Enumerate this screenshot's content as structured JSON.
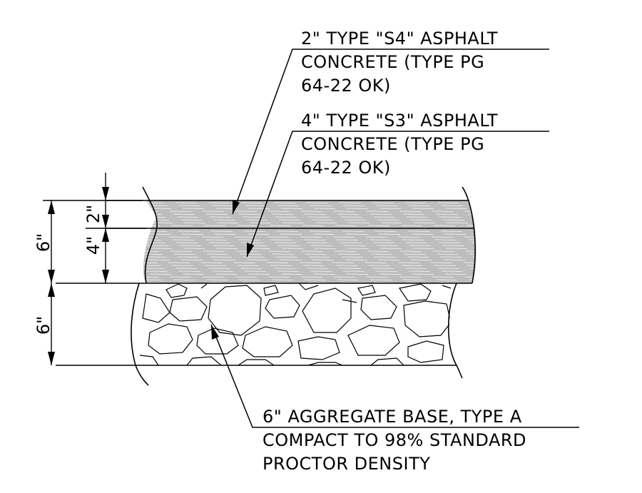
{
  "callouts": {
    "s4": {
      "line1": "2\" TYPE \"S4\" ASPHALT",
      "line2": "CONCRETE (TYPE PG",
      "line3": "64-22 OK)"
    },
    "s3": {
      "line1": "4\" TYPE \"S3\" ASPHALT",
      "line2": "CONCRETE (TYPE PG",
      "line3": "64-22 OK)"
    },
    "base": {
      "line1": "6\" AGGREGATE BASE, TYPE A",
      "line2": "COMPACT TO 98% STANDARD",
      "line3": "PROCTOR DENSITY"
    }
  },
  "dimensions": {
    "asphalt_total": "6\"",
    "s4_layer": "2\"",
    "s3_layer": "4\"",
    "base_layer": "6\""
  }
}
